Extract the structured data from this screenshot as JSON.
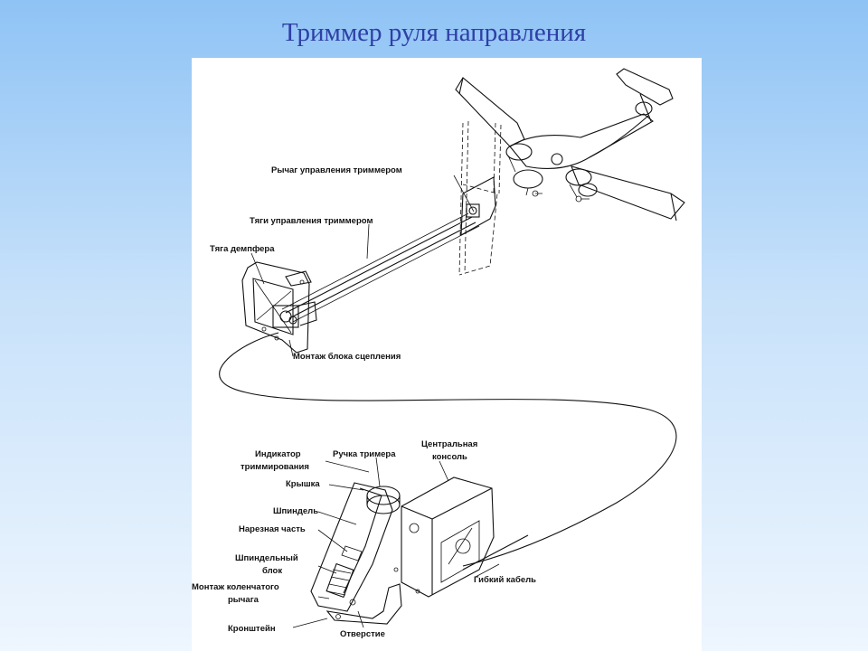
{
  "slide": {
    "title": "Триммер руля направления"
  },
  "labels": {
    "trim_lever": "Рычаг управления триммером",
    "trim_rods": "Тяги управления триммером",
    "damper_rod": "Тяга демпфера",
    "clutch_assembly": "Монтаж блока сцепления",
    "trim_indicator_1": "Индикатор",
    "trim_indicator_2": "триммирования",
    "trim_knob": "Ручка тримера",
    "central_console_1": "Центральная",
    "central_console_2": "консоль",
    "cover": "Крышка",
    "spindle": "Шпиндель",
    "threaded_part": "Нарезная часть",
    "spindle_block_1": "Шпиндельный",
    "spindle_block_2": "блок",
    "bellcrank_1": "Монтаж коленчатого",
    "bellcrank_2": "рычага",
    "flex_cable": "Гибкий кабель",
    "bracket": "Кронштейн",
    "hole": "Отверстие"
  }
}
